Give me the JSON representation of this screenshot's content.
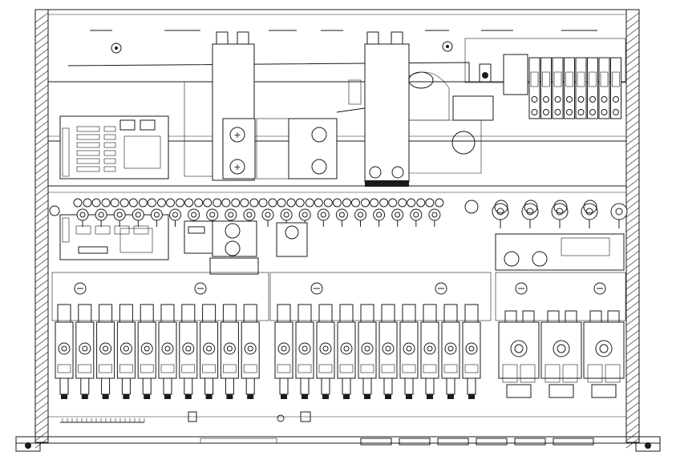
{
  "drawing": {
    "title": "",
    "line_color": "#1a1a1a",
    "background": "#ffffff",
    "modules_left_group": 10,
    "modules_middle_group": 10,
    "modules_right_group": 3,
    "connectors_row_small": 20,
    "connectors_row_large": 5,
    "terminal_blocks": 8
  }
}
